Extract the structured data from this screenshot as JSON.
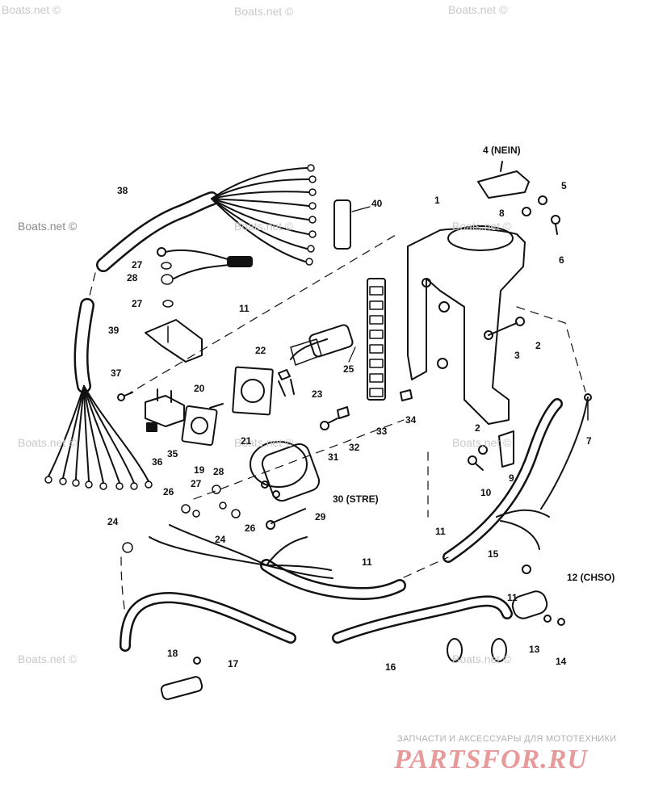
{
  "watermarks": [
    "Boats.net ©",
    "Boats.net ©",
    "Boats.net ©",
    "Boats.net ©",
    "Boats.net ©",
    "Boats.net ©",
    "Boats.net ©",
    "Boats.net ©",
    "Boats.net ©",
    "Boats.net ©",
    "Boats.net ©"
  ],
  "callouts": [
    "1",
    "2",
    "2",
    "3",
    "4 (NEIN)",
    "5",
    "6",
    "7",
    "8",
    "9",
    "10",
    "11",
    "11",
    "11",
    "11",
    "12 (CHSO)",
    "13",
    "14",
    "15",
    "16",
    "17",
    "18",
    "19",
    "20",
    "21",
    "22",
    "23",
    "24",
    "24",
    "25",
    "26",
    "26",
    "27",
    "27",
    "27",
    "28",
    "28",
    "29",
    "30 (STRE)",
    "31",
    "32",
    "33",
    "34",
    "35",
    "36",
    "37",
    "38",
    "39",
    "40"
  ],
  "brand": {
    "tagline": "ЗАПЧАСТИ И АКСЕССУАРЫ ДЛЯ МОТОТЕХНИКИ",
    "logo": "PARTSFOR.RU",
    "logo_color": "#e79a9a"
  }
}
